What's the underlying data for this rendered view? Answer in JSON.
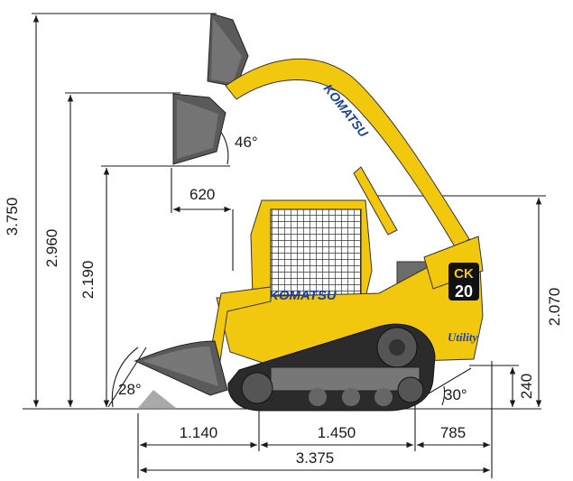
{
  "brand": "KOMATSU",
  "model": {
    "series": "CK",
    "number": "20"
  },
  "badge": "Utility",
  "dimensions": {
    "max_height": "3.750",
    "hinge_pin_height": "2.960",
    "dump_height": "2.190",
    "dump_reach": "620",
    "dump_angle": "46°",
    "rollback_angle": "28°",
    "overall_height": "2.070",
    "ground_clearance": "240",
    "departure_angle": "30°",
    "front_overhang": "1.140",
    "track_length": "1.450",
    "rear_overhang": "785",
    "overall_length": "3.375"
  },
  "colors": {
    "machine": "#f2c80f",
    "brand": "#1d3fa3",
    "track": "#2b2b2b",
    "bucket": "#595959"
  }
}
